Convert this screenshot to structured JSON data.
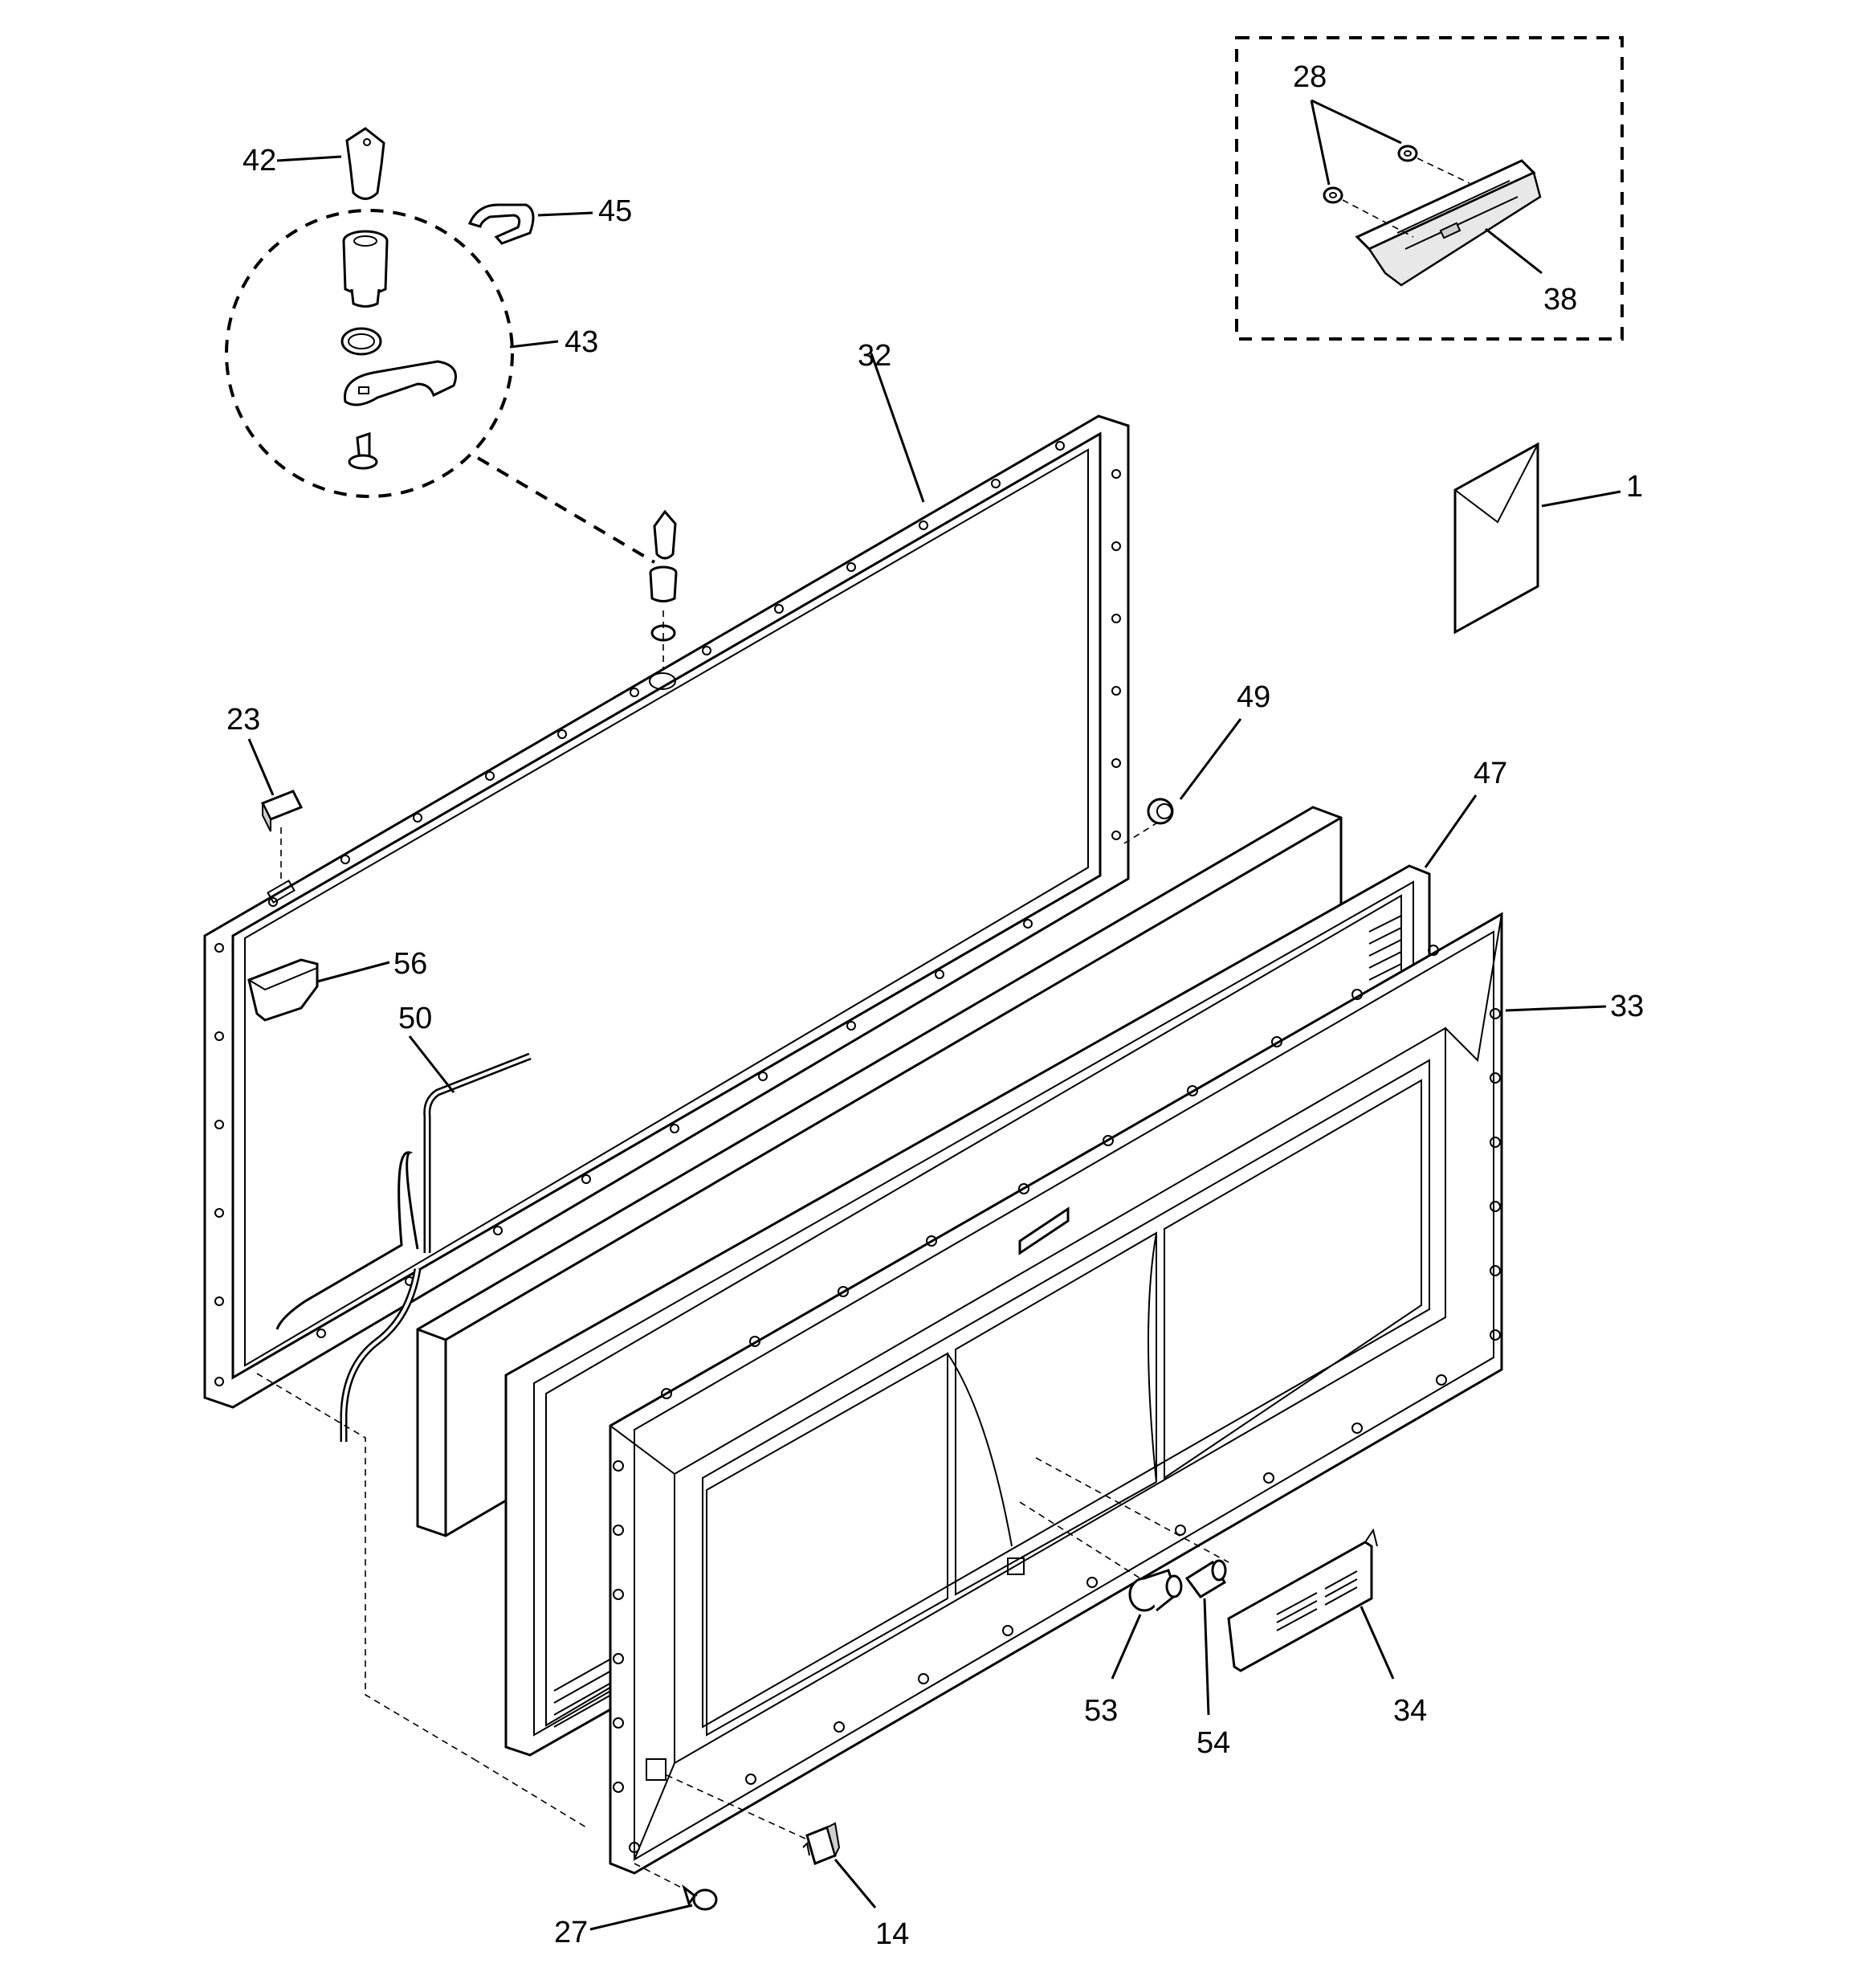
{
  "callouts": {
    "c1": "1",
    "c14": "14",
    "c23": "23",
    "c27": "27",
    "c28": "28",
    "c32": "32",
    "c33": "33",
    "c34": "34",
    "c38": "38",
    "c42": "42",
    "c43": "43",
    "c45": "45",
    "c47": "47",
    "c49": "49",
    "c50": "50",
    "c53": "53",
    "c54": "54",
    "c56": "56"
  }
}
